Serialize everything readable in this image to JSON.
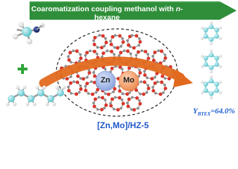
{
  "banner": {
    "text_prefix": "Coaromatization coupling methanol with ",
    "text_italic": "n",
    "text_suffix": "-hexane",
    "color": "#2f8e3a"
  },
  "reactants": {
    "plus_symbol": "+"
  },
  "catalyst": {
    "metal_1": "Zn",
    "metal_2": "Mo",
    "name": "[Zn,Mo]/HZ-5",
    "metal_1_color": "#9fb4e6",
    "metal_2_color": "#f3a06f"
  },
  "result": {
    "yield_symbol": "Y",
    "yield_subscript": "BTEX",
    "yield_value": "=64.0%"
  },
  "colors": {
    "arrow": "#e26a1f",
    "framework_red": "#d7372c",
    "framework_gray": "#8d8d8d",
    "molecule": "#6fd0d7",
    "hydrogen": "#ececec",
    "nitrogen_blue": "#1b2a73"
  }
}
